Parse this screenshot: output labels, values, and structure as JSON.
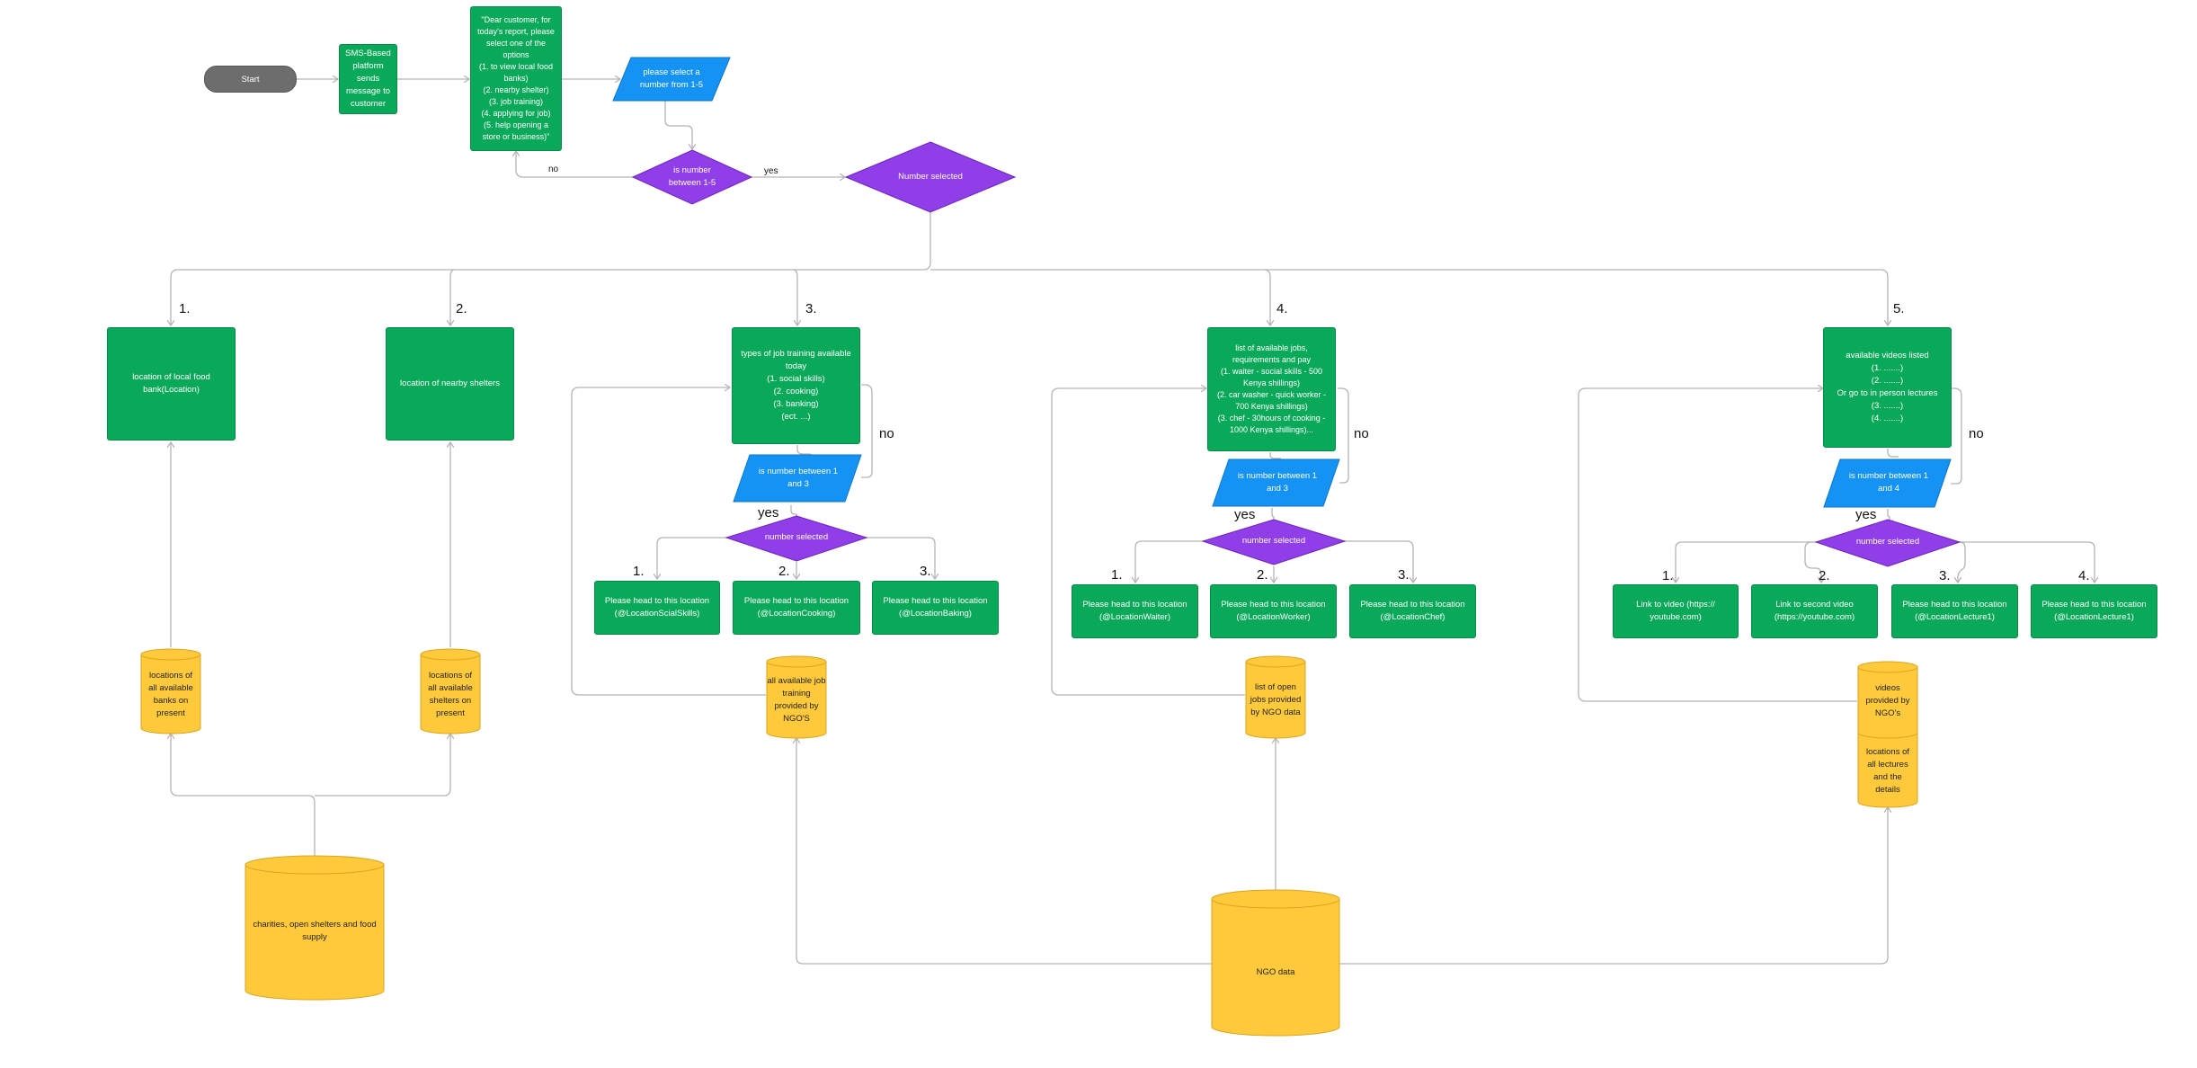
{
  "colors": {
    "process": "#0aa95a",
    "decision": "#8f3ee8",
    "io": "#1593f5",
    "datastore": "#ffc93c",
    "terminal": "#6d6d6d",
    "connector": "#b3b3b3"
  },
  "nodes": {
    "start": "Start",
    "sms_platform": "SMS-Based platform sends message to customer",
    "dear_customer": "\"Dear customer, for today's report, please select one of the options\n(1. to view local food banks)\n(2. nearby shelter)\n(3. job training)\n(4. applying for job)\n(5. help opening a store or business)\"",
    "select_number": "please select a number from 1-5",
    "is_number_1_5": "is number between 1-5",
    "number_selected_main": "Number selected",
    "food_bank": "location of local food bank(Location)",
    "shelters": "location of nearby shelters",
    "job_training": "types of job training available today\n(1. social skills)\n(2. cooking)\n(3. banking)\n(ect. ...)",
    "jobs_list": "list of available jobs, requirements and pay\n(1. waiter - social skills - 500 Kenya shillings)\n(2. car washer - quick worker - 700 Kenya shillings)\n(3. chef - 30hours of cooking - 1000 Kenya shillings)...",
    "videos_list": "available videos listed\n(1. .......)\n(2. .......)\nOr go to in person lectures\n(3. .......)\n(4. .......)",
    "is_number_1_3_a": "is number between 1 and 3",
    "is_number_1_3_b": "is number between 1 and 3",
    "is_number_1_4": "is number between 1 and 4",
    "num_sel_3": "number selected",
    "num_sel_4": "number selected",
    "num_sel_5": "number selected",
    "loc_social": "Please head to this location (@LocationScialSkills)",
    "loc_cooking": "Please head to this location (@LocationCooking)",
    "loc_baking": "Please head to this location (@LocationBaking)",
    "loc_waiter": "Please head to this location (@LocationWaiter)",
    "loc_worker": "Please head to this location (@LocationWorker)",
    "loc_chef": "Please head to this location (@LocationChef)",
    "link_video": "Link to video (https:// youtube.com)",
    "link_second": "Link to second video (https://youtube.com)",
    "loc_lecture_a": "Please head to this location (@LocationLecture1)",
    "loc_lecture_b": "Please head to this location (@LocationLecture1)",
    "db_banks": "locations of all available banks on present",
    "db_shelters": "locations of all available shelters on present",
    "db_training": "all available job training provided by NGO'S",
    "db_jobs": "list of open jobs provided by NGO data",
    "db_videos": "videos provided by NGO's",
    "db_lectures": "locations of all lectures and the details",
    "db_charities": "charities, open shelters and food supply",
    "db_ngo": "NGO data"
  },
  "edge_labels": {
    "no": "no",
    "yes": "yes",
    "b1": "1.",
    "b2": "2.",
    "b3": "3.",
    "b4": "4.",
    "b5": "5."
  }
}
